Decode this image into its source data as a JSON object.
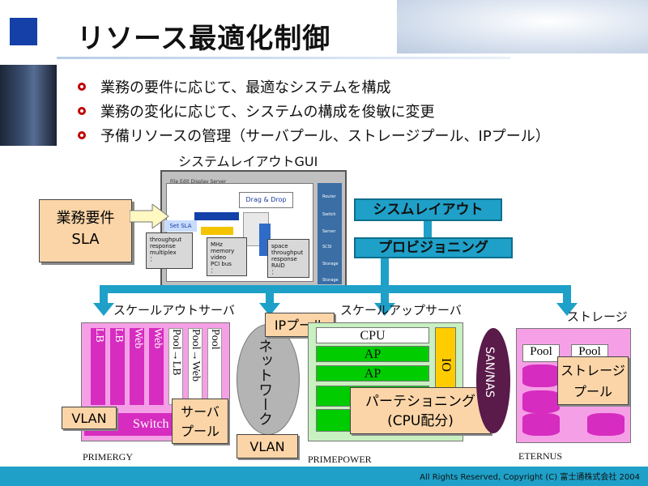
{
  "header": {
    "title": "リソース最適化制御"
  },
  "bullets": [
    "業務の要件に応じて、最適なシステムを構成",
    "業務の変化に応じて、システムの構成を俊敏に変更",
    "予備リソースの管理（サーバプール、ストレージプール、IPプール）"
  ],
  "gui": {
    "title": "システムレイアウトGUI",
    "menu": "File  Edit  Display  Server",
    "drag_drop": "Drag & Drop",
    "set_sla": "Set SLA",
    "box1": [
      "throughput",
      "response",
      "multiplex",
      "："
    ],
    "box2": [
      "MHz",
      "memory",
      "video",
      "PCI bus",
      "："
    ],
    "box3": [
      "space",
      "throughput",
      "response",
      "RAID",
      "："
    ],
    "right_labels": [
      "Router",
      "Switch",
      "Server",
      "SCSI",
      "Storage",
      "Storage"
    ]
  },
  "callout": {
    "line1": "業務要件",
    "line2": "SLA"
  },
  "buttons": {
    "layout": "シスムレイアウト",
    "provisioning": "プロビジョニング"
  },
  "regions": {
    "scale_out": "スケールアウトサーバ",
    "scale_up": "スケールアップサーバ",
    "storage": "ストレージ"
  },
  "scale_out": {
    "columns": [
      "LB",
      "LB",
      "Web",
      "Web",
      "Pool→LB",
      "Pool→Web",
      "Pool"
    ],
    "switch": "Switch",
    "vlan": "VLAN",
    "server_pool": "サーバ プール",
    "footer": "PRIMERGY"
  },
  "network": {
    "label": "ネットワーク",
    "ip_pool": "IPプール",
    "vlan": "VLAN"
  },
  "scale_up": {
    "cpu": "CPU",
    "ap1": "AP",
    "ap2": "AP",
    "io": "IO",
    "partitioning_line1": "パーテショニング",
    "partitioning_line2": "(CPU配分)",
    "footer": "PRIMEPOWER"
  },
  "san": {
    "label": "SAN/NAS"
  },
  "storage": {
    "pool1": "Pool",
    "pool2": "Pool",
    "storage_pool": "ストレージ プール",
    "footer": "ETERNUS"
  },
  "footer": {
    "copyright": "All Rights Reserved, Copyright (C) 富士通株式会社 2004"
  },
  "colors": {
    "accent": "#1ea0c8",
    "title_square": "#1440a8",
    "bullet": "#c00000"
  }
}
